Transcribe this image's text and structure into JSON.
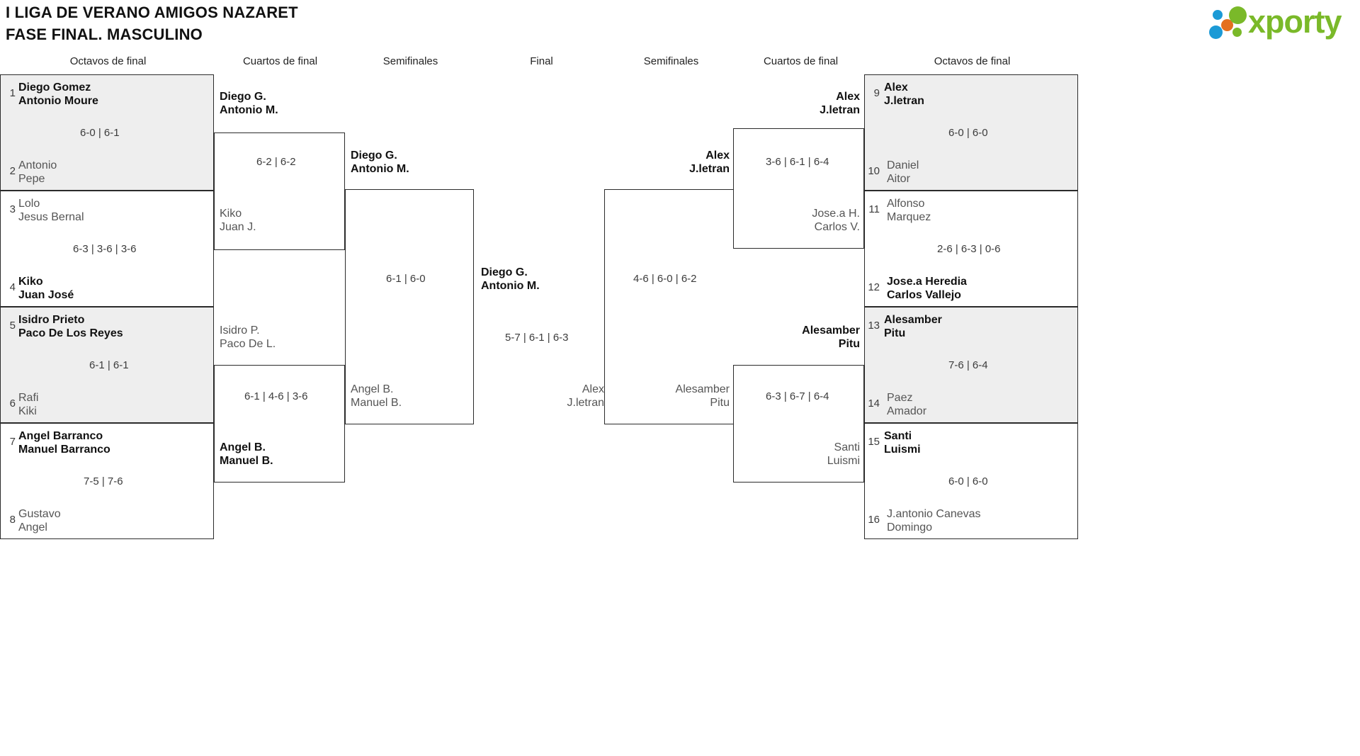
{
  "header": {
    "title_line1": "I LIGA DE VERANO AMIGOS NAZARET",
    "title_line2": "FASE FINAL. MASCULINO",
    "logo_word": "xporty"
  },
  "colors": {
    "logo_green": "#7ab929",
    "logo_blue": "#1b9ad6",
    "logo_orange": "#e4701e",
    "shaded_row": "#eeeeee",
    "border": "#2b2b2b",
    "winner_text": "#111111",
    "loser_text": "#555555"
  },
  "round_labels": {
    "l_r16": "Octavos de final",
    "l_qf": "Cuartos de final",
    "l_sf": "Semifinales",
    "final": "Final",
    "r_sf": "Semifinales",
    "r_qf": "Cuartos de final",
    "r_r16": "Octavos de final"
  },
  "left_r16": [
    {
      "seed": "1",
      "l1": "Diego Gomez",
      "l2": "Antonio Moure",
      "result": "win"
    },
    {
      "seed": "2",
      "l1": "Antonio",
      "l2": "Pepe",
      "result": "lose"
    },
    {
      "seed": "3",
      "l1": "Lolo",
      "l2": "Jesus Bernal",
      "result": "lose"
    },
    {
      "seed": "4",
      "l1": "Kiko",
      "l2": "Juan José",
      "result": "win"
    },
    {
      "seed": "5",
      "l1": "Isidro Prieto",
      "l2": "Paco De Los Reyes",
      "result": "win"
    },
    {
      "seed": "6",
      "l1": "Rafi",
      "l2": "Kiki",
      "result": "lose"
    },
    {
      "seed": "7",
      "l1": "Angel Barranco",
      "l2": "Manuel Barranco",
      "result": "win"
    },
    {
      "seed": "8",
      "l1": "Gustavo",
      "l2": "Angel",
      "result": "lose"
    }
  ],
  "left_r16_scores": [
    "6-0 | 6-1",
    "6-3 | 3-6 | 3-6",
    "6-1 | 6-1",
    "7-5 | 7-6"
  ],
  "left_qf": [
    {
      "l1": "Diego G.",
      "l2": "Antonio M.",
      "result": "win"
    },
    {
      "l1": "Kiko",
      "l2": "Juan J.",
      "result": "lose"
    },
    {
      "l1": "Isidro P.",
      "l2": "Paco De L.",
      "result": "lose"
    },
    {
      "l1": "Angel B.",
      "l2": "Manuel B.",
      "result": "win"
    }
  ],
  "left_qf_scores": [
    "6-2 | 6-2",
    "6-1 | 4-6 | 3-6"
  ],
  "left_sf": [
    {
      "l1": "Diego G.",
      "l2": "Antonio M.",
      "result": "win"
    },
    {
      "l1": "Angel B.",
      "l2": "Manuel B.",
      "result": "lose"
    }
  ],
  "left_sf_scores": [
    "6-1 | 6-0"
  ],
  "final": {
    "winner": {
      "l1": "Diego G.",
      "l2": "Antonio M.",
      "result": "win"
    },
    "runner": {
      "l1": "Alex",
      "l2": "J.letran",
      "result": "lose"
    },
    "score": "5-7 | 6-1 | 6-3"
  },
  "right_sf": [
    {
      "l1": "Alex",
      "l2": "J.letran",
      "result": "win"
    },
    {
      "l1": "Alesamber",
      "l2": "Pitu",
      "result": "lose"
    }
  ],
  "right_sf_scores": [
    "4-6 | 6-0 | 6-2"
  ],
  "right_qf": [
    {
      "l1": "Alex",
      "l2": "J.letran",
      "result": "win"
    },
    {
      "l1": "Jose.a H.",
      "l2": "Carlos V.",
      "result": "lose"
    },
    {
      "l1": "Alesamber",
      "l2": "Pitu",
      "result": "win"
    },
    {
      "l1": "Santi",
      "l2": "Luismi",
      "result": "lose"
    }
  ],
  "right_qf_scores": [
    "3-6 | 6-1 | 6-4",
    "6-3 | 6-7 | 6-4"
  ],
  "right_r16": [
    {
      "seed": "9",
      "l1": "Alex",
      "l2": "J.letran",
      "result": "win"
    },
    {
      "seed": "10",
      "l1": "Daniel",
      "l2": "Aitor",
      "result": "lose"
    },
    {
      "seed": "11",
      "l1": "Alfonso",
      "l2": "Marquez",
      "result": "lose"
    },
    {
      "seed": "12",
      "l1": "Jose.a Heredia",
      "l2": "Carlos Vallejo",
      "result": "win"
    },
    {
      "seed": "13",
      "l1": "Alesamber",
      "l2": "Pitu",
      "result": "win"
    },
    {
      "seed": "14",
      "l1": "Paez",
      "l2": "Amador",
      "result": "lose"
    },
    {
      "seed": "15",
      "l1": "Santi",
      "l2": "Luismi",
      "result": "win"
    },
    {
      "seed": "16",
      "l1": "J.antonio Canevas",
      "l2": "Domingo",
      "result": "lose"
    }
  ],
  "right_r16_scores": [
    "6-0 | 6-0",
    "2-6 | 6-3 | 0-6",
    "7-6 | 6-4",
    "6-0 | 6-0"
  ]
}
